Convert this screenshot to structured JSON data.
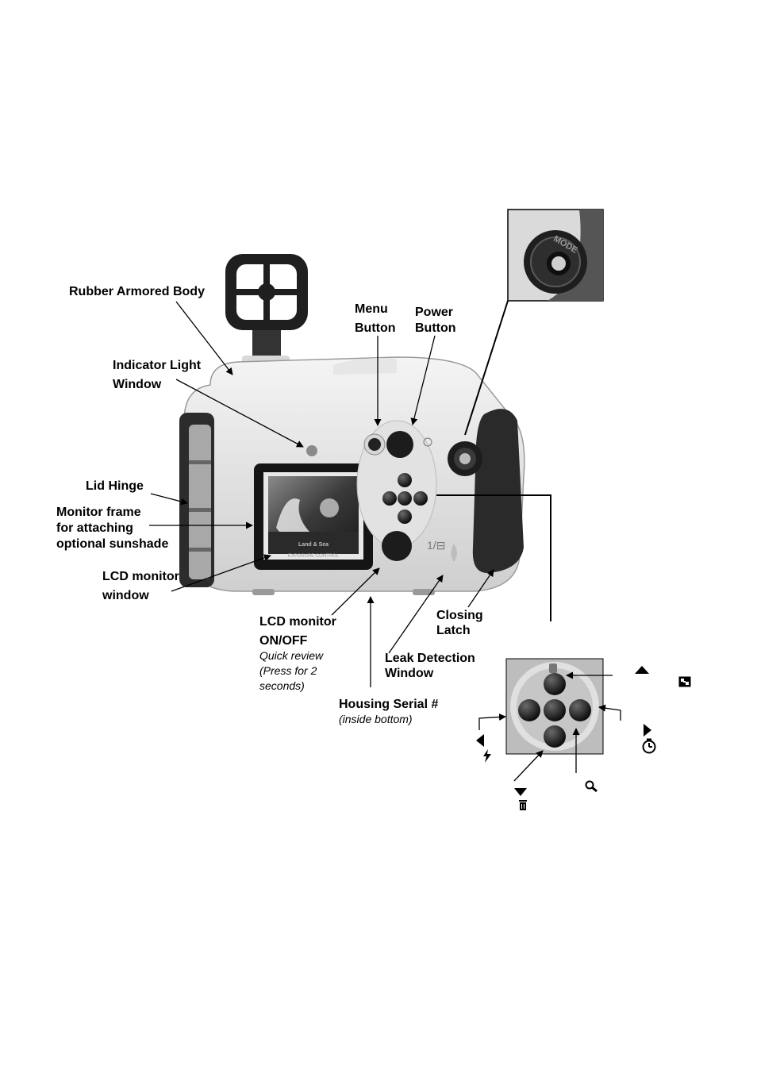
{
  "labels": {
    "rubber_body": "Rubber Armored Body",
    "indicator_light_1": "Indicator Light",
    "indicator_light_2": "Window",
    "menu_1": "Menu",
    "menu_2": "Button",
    "power_1": "Power",
    "power_2": "Button",
    "lid_hinge": "Lid Hinge",
    "monitor_frame_1": "Monitor frame",
    "monitor_frame_2": "for attaching",
    "monitor_frame_3": "optional sunshade",
    "lcd_window_1": "LCD monitor",
    "lcd_window_2": "window",
    "lcd_onoff_1": "LCD monitor",
    "lcd_onoff_2": "ON/OFF",
    "lcd_onoff_sub_1": "Quick review",
    "lcd_onoff_sub_2": "(Press for 2",
    "lcd_onoff_sub_3": "seconds)",
    "closing_latch_1": "Closing",
    "closing_latch_2": "Latch",
    "leak_1": "Leak Detection",
    "leak_2": "Window",
    "serial_1": "Housing Serial #",
    "serial_sub": "(inside bottom)"
  },
  "screen": {
    "brand": "Land & Sea",
    "subtitle": "EXPOSURE CONTROL"
  },
  "mode_dial_text": "MODE",
  "icons": [
    "triangle-up-icon",
    "exposure-icon",
    "triangle-right-icon",
    "self-timer-icon",
    "triangle-left-icon",
    "flash-icon",
    "triangle-down-icon",
    "trash-icon",
    "zoom-icon"
  ]
}
